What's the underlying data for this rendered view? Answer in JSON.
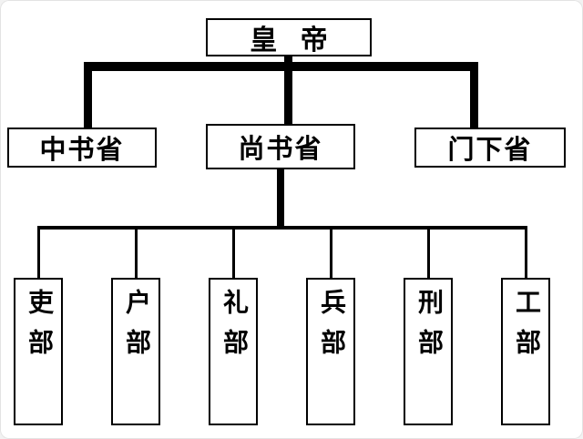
{
  "diagram": {
    "type": "org-chart",
    "subject": "Tang dynasty three departments and six ministries system",
    "root": {
      "label": "皇帝"
    },
    "departments": [
      {
        "label": "中书省"
      },
      {
        "label": "尚书省"
      },
      {
        "label": "门下省"
      }
    ],
    "ministries": [
      {
        "label": "吏部"
      },
      {
        "label": "户部"
      },
      {
        "label": "礼部"
      },
      {
        "label": "兵部"
      },
      {
        "label": "刑部"
      },
      {
        "label": "工部"
      }
    ],
    "colors": {
      "line": "#000000",
      "box_border": "#000000",
      "box_fill": "#ffffff",
      "text": "#000000",
      "background": "#ffffff"
    }
  }
}
